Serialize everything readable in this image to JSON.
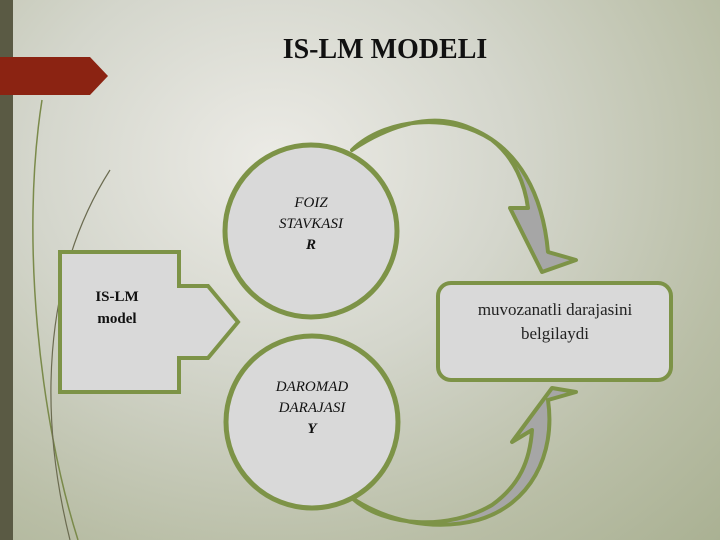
{
  "title": "IS-LM MODELI",
  "model_box": {
    "line1": "IS-LM",
    "line2": "model"
  },
  "circle_top": {
    "line1": "FOIZ",
    "line2": "STAVKASI",
    "symbol": "R"
  },
  "circle_bottom": {
    "line1": "DAROMAD",
    "line2": "DARAJASI",
    "symbol": "Y"
  },
  "result_box": {
    "text": "muvozanatli darajasini belgilaydi"
  },
  "colors": {
    "accent_green": "#7d9347",
    "ribbon_red": "#8b2312",
    "shape_fill": "#d9d9d9",
    "arrow_fill": "#a6a6a6"
  }
}
